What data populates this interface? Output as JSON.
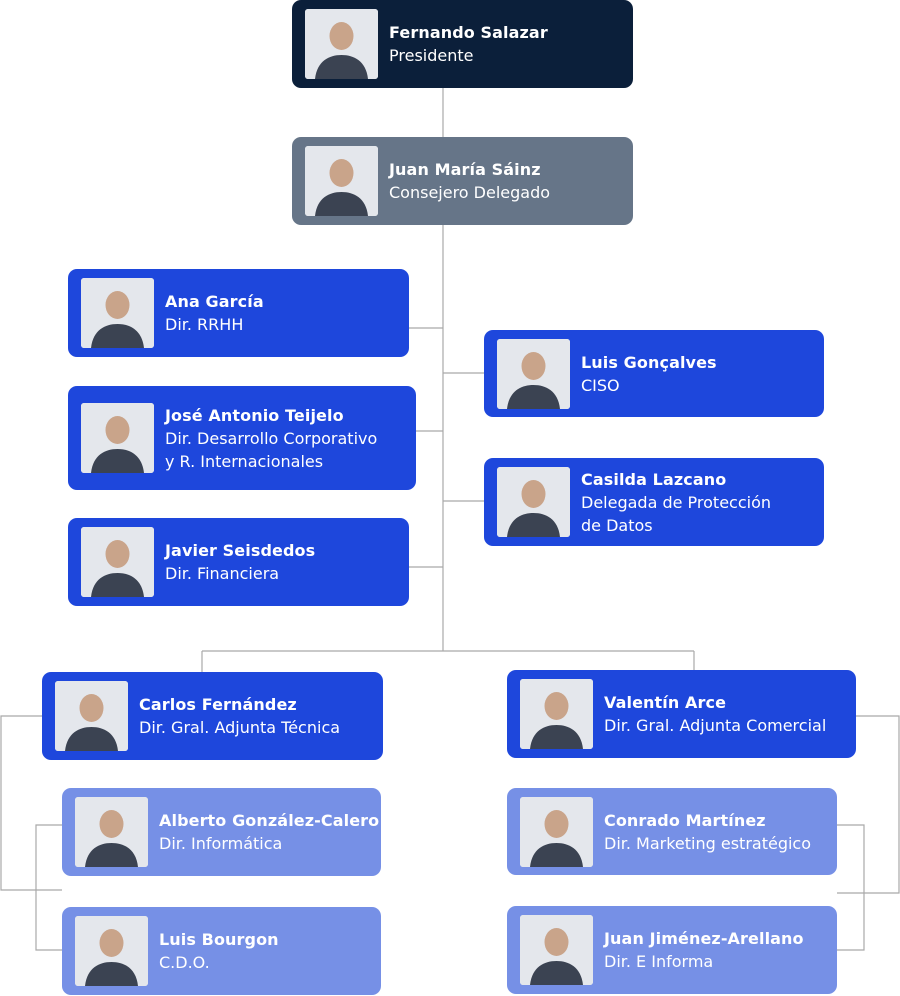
{
  "colors": {
    "navy": "#0b1f3a",
    "slate": "#667588",
    "blue": "#1e47dc",
    "light_blue": "#7690e6",
    "connector": "#a9a9a9"
  },
  "people": [
    {
      "id": "fernando-salazar",
      "name": "Fernando Salazar",
      "role": [
        "Presidente"
      ],
      "icon": "person-photo-icon"
    },
    {
      "id": "juan-maria-sainz",
      "name": "Juan María Sáinz",
      "role": [
        "Consejero Delegado"
      ],
      "icon": "person-photo-icon"
    },
    {
      "id": "ana-garcia",
      "name": "Ana García",
      "role": [
        "Dir. RRHH"
      ],
      "icon": "person-photo-icon"
    },
    {
      "id": "luis-goncalves",
      "name": "Luis Gonçalves",
      "role": [
        "CISO"
      ],
      "icon": "person-photo-icon"
    },
    {
      "id": "jose-antonio-teijelo",
      "name": "José Antonio Teijelo",
      "role": [
        "Dir. Desarrollo Corporativo",
        "y R. Internacionales"
      ],
      "icon": "person-photo-icon"
    },
    {
      "id": "casilda-lazcano",
      "name": "Casilda Lazcano",
      "role": [
        "Delegada de Protección",
        "de Datos"
      ],
      "icon": "person-photo-icon"
    },
    {
      "id": "javier-seisdedos",
      "name": "Javier Seisdedos",
      "role": [
        "Dir. Financiera"
      ],
      "icon": "person-photo-icon"
    },
    {
      "id": "carlos-fernandez",
      "name": "Carlos Fernández",
      "role": [
        "Dir. Gral. Adjunta Técnica"
      ],
      "icon": "person-photo-icon"
    },
    {
      "id": "valentin-arce",
      "name": "Valentín Arce",
      "role": [
        "Dir. Gral. Adjunta Comercial"
      ],
      "icon": "person-photo-icon"
    },
    {
      "id": "alberto-gonzalez-calero",
      "name": "Alberto González-Calero",
      "role": [
        "Dir. Informática"
      ],
      "icon": "person-photo-icon"
    },
    {
      "id": "conrado-martinez",
      "name": "Conrado Martínez",
      "role": [
        "Dir. Marketing estratégico"
      ],
      "icon": "person-photo-icon"
    },
    {
      "id": "luis-bourgon",
      "name": "Luis Bourgon",
      "role": [
        "C.D.O."
      ],
      "icon": "person-photo-icon"
    },
    {
      "id": "juan-jimenez-arellano",
      "name": "Juan Jiménez-Arellano",
      "role": [
        "Dir. E Informa"
      ],
      "icon": "person-photo-icon"
    }
  ]
}
